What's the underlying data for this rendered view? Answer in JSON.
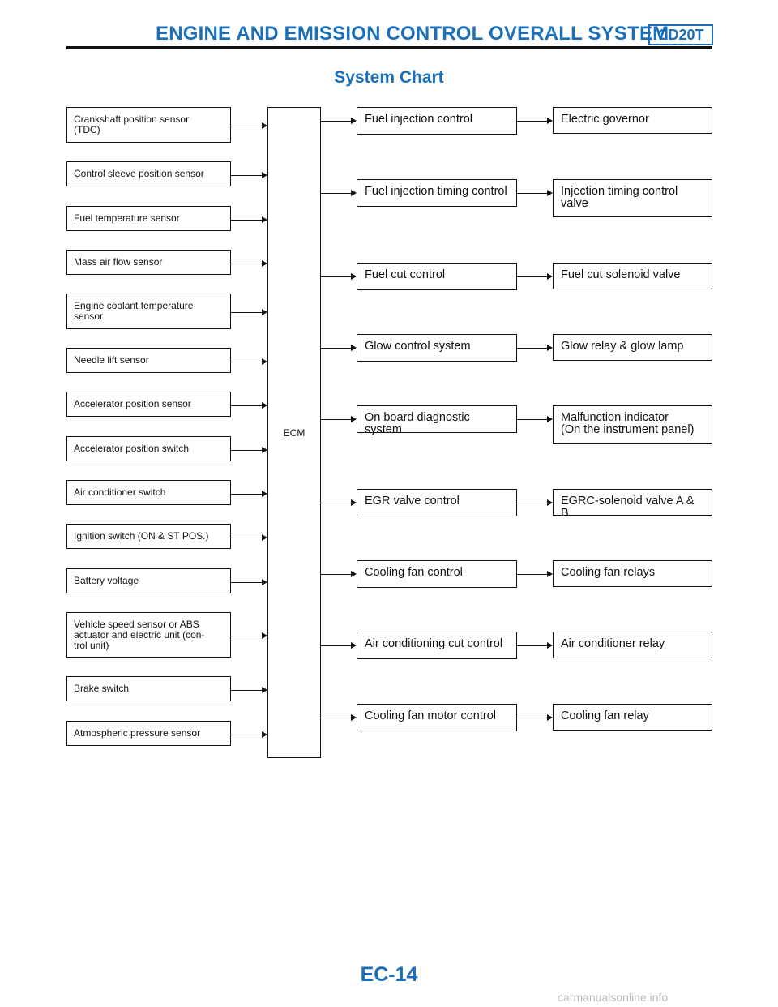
{
  "header": {
    "title": "ENGINE AND EMISSION CONTROL OVERALL SYSTEM",
    "badge": "CD20T"
  },
  "page_title": "System Chart",
  "ecm_label": "ECM",
  "inputs": [
    "Crankshaft position sensor\n(TDC)",
    "Control sleeve position sensor",
    "Fuel temperature sensor",
    "Mass air flow sensor",
    "Engine coolant temperature\nsensor",
    "Needle lift sensor",
    "Accelerator position sensor",
    "Accelerator position switch",
    "Air conditioner switch",
    "Ignition switch (ON & ST POS.)",
    "Battery voltage",
    "Vehicle speed sensor or ABS\nactuator and electric unit (con-\ntrol unit)",
    "Brake switch",
    "Atmospheric pressure sensor"
  ],
  "controls": [
    "Fuel injection control",
    "Fuel injection timing control",
    "Fuel cut control",
    "Glow control system",
    "On board diagnostic system",
    "EGR valve control",
    "Cooling fan control",
    "Air conditioning cut control",
    "Cooling fan motor control"
  ],
  "actuators": [
    "Electric governor",
    "Injection timing control\nvalve",
    "Fuel cut solenoid valve",
    "Glow relay & glow lamp",
    "Malfunction indicator\n(On the instrument panel)",
    "EGRC-solenoid valve A & B",
    "Cooling fan relays",
    "Air conditioner relay",
    "Cooling fan relay"
  ],
  "footer": "EC-14",
  "watermark": "carmanualsonline.info"
}
